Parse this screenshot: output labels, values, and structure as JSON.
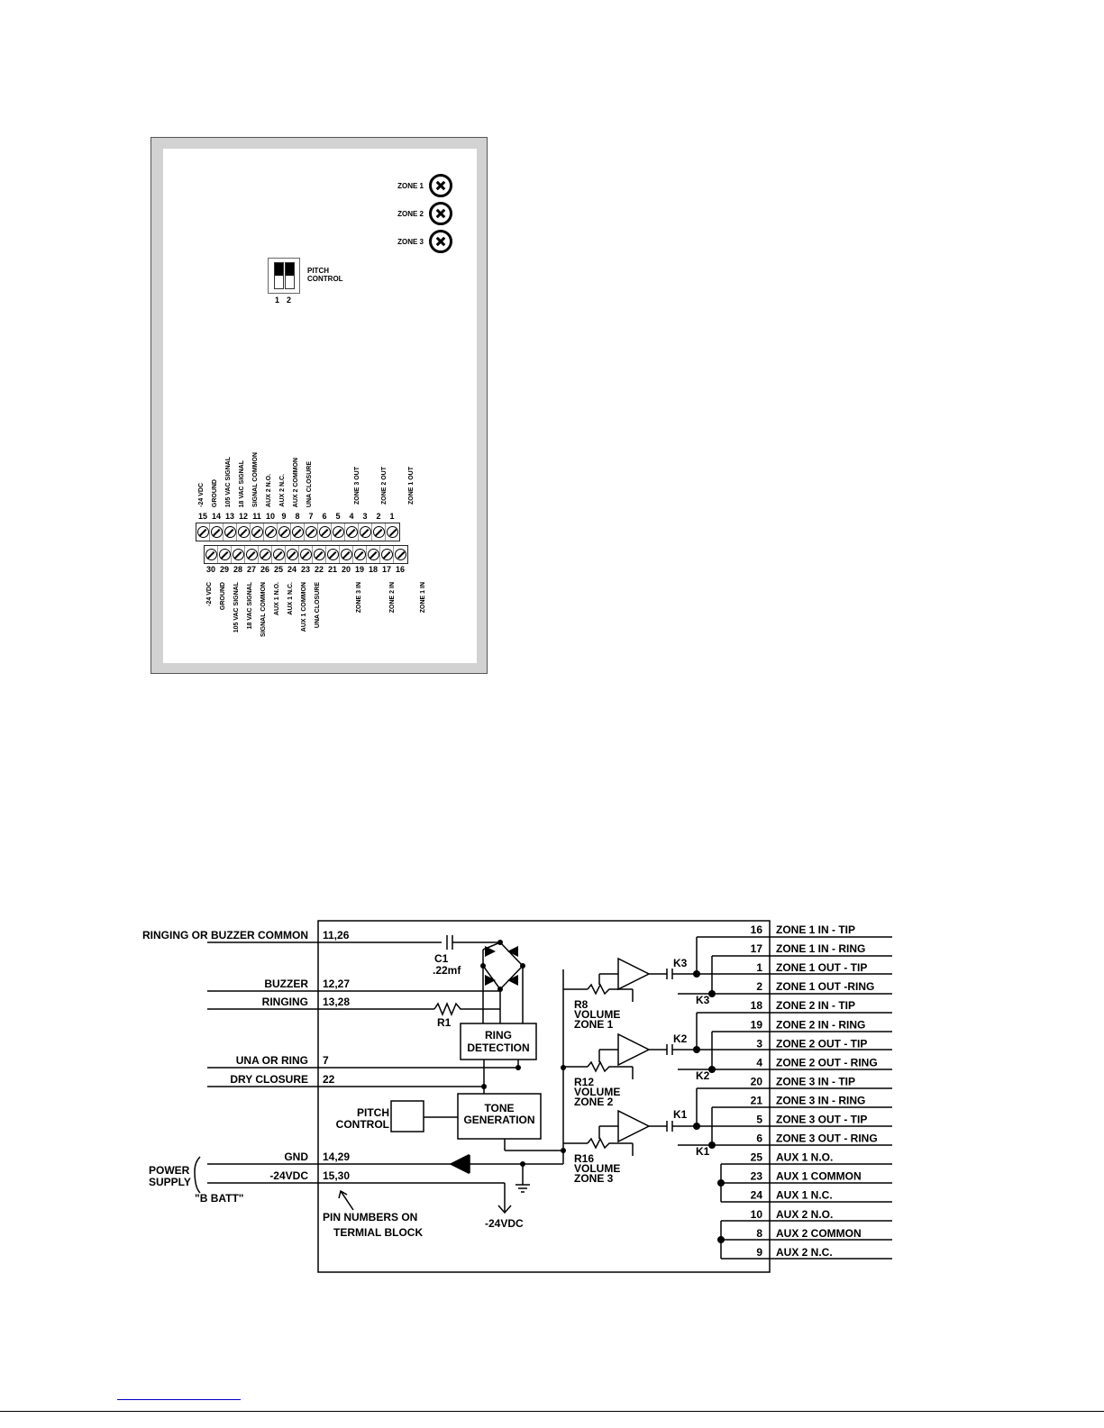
{
  "panel": {
    "zones": [
      "ZONE 1",
      "ZONE 2",
      "ZONE 3"
    ],
    "pitch_control": {
      "label_line1": "PITCH",
      "label_line2": "CONTROL",
      "switches": [
        "1",
        "2"
      ]
    },
    "top_row": [
      {
        "num": "15",
        "label": "-24 VDC"
      },
      {
        "num": "14",
        "label": "GROUND"
      },
      {
        "num": "13",
        "label": "105 VAC SIGNAL"
      },
      {
        "num": "12",
        "label": "18 VAC SIGNAL"
      },
      {
        "num": "11",
        "label": "SIGNAL COMMON"
      },
      {
        "num": "10",
        "label": "AUX 2 N.O."
      },
      {
        "num": "9",
        "label": "AUX 2 N.C."
      },
      {
        "num": "8",
        "label": "AUX 2 COMMON"
      },
      {
        "num": "7",
        "label": "UNA CLOSURE"
      },
      {
        "num": "6",
        "label": ""
      },
      {
        "num": "5",
        "label": ""
      },
      {
        "num": "4",
        "label": ""
      },
      {
        "num": "3",
        "label": ""
      },
      {
        "num": "2",
        "label": ""
      },
      {
        "num": "1",
        "label": ""
      }
    ],
    "top_pair_labels": [
      "ZONE 3 OUT",
      "ZONE 2 OUT",
      "ZONE 1 OUT"
    ],
    "bottom_row": [
      {
        "num": "30",
        "label": "-24 VDC"
      },
      {
        "num": "29",
        "label": "GROUND"
      },
      {
        "num": "28",
        "label": "105 VAC SIGNAL"
      },
      {
        "num": "27",
        "label": "18 VAC SIGNAL"
      },
      {
        "num": "26",
        "label": "SIGNAL COMMON"
      },
      {
        "num": "25",
        "label": "AUX 1 N.O."
      },
      {
        "num": "24",
        "label": "AUX 1 N.C."
      },
      {
        "num": "23",
        "label": "AUX 1 COMMON"
      },
      {
        "num": "22",
        "label": "UNA CLOSURE"
      },
      {
        "num": "21",
        "label": ""
      },
      {
        "num": "20",
        "label": ""
      },
      {
        "num": "19",
        "label": ""
      },
      {
        "num": "18",
        "label": ""
      },
      {
        "num": "17",
        "label": ""
      },
      {
        "num": "16",
        "label": ""
      }
    ],
    "bottom_pair_labels": [
      "ZONE 3 IN",
      "ZONE 2 IN",
      "ZONE 1 IN"
    ]
  },
  "schematic": {
    "inputs": [
      {
        "label": "RINGING OR BUZZER COMMON",
        "pins": "11,26"
      },
      {
        "label": "BUZZER",
        "pins": "12,27"
      },
      {
        "label": "RINGING",
        "pins": "13,28"
      },
      {
        "label": "UNA OR RING",
        "pins": "7"
      },
      {
        "label": "DRY CLOSURE",
        "pins": "22"
      },
      {
        "label": "GND",
        "pins": "14,29"
      },
      {
        "label": "-24VDC",
        "pins": "15,30"
      }
    ],
    "power_supply": [
      "POWER",
      "SUPPLY"
    ],
    "b_batt": "\"B BATT\"",
    "pin_note": [
      "PIN NUMBERS ON",
      "TERMIAL BLOCK"
    ],
    "neg24": "-24VDC",
    "c1": [
      "C1",
      ".22mf"
    ],
    "r1": "R1",
    "ring_detection": [
      "RING",
      "DETECTION"
    ],
    "tone_generation": [
      "TONE",
      "GENERATION"
    ],
    "pitch_control": [
      "PITCH",
      "CONTROL"
    ],
    "volumes": [
      {
        "r": "R8",
        "v": "VOLUME",
        "z": "ZONE 1",
        "k": "K3"
      },
      {
        "r": "R12",
        "v": "VOLUME",
        "z": "ZONE 2",
        "k": "K2"
      },
      {
        "r": "R16",
        "v": "VOLUME",
        "z": "ZONE 3",
        "k": "K1"
      }
    ],
    "outputs": [
      {
        "num": "16",
        "label": "ZONE 1 IN - TIP"
      },
      {
        "num": "17",
        "label": "ZONE 1 IN - RING"
      },
      {
        "num": "1",
        "label": "ZONE 1 OUT - TIP"
      },
      {
        "num": "2",
        "label": "ZONE 1 OUT -RING"
      },
      {
        "num": "18",
        "label": "ZONE 2 IN - TIP"
      },
      {
        "num": "19",
        "label": "ZONE 2 IN - RING"
      },
      {
        "num": "3",
        "label": "ZONE 2 OUT - TIP"
      },
      {
        "num": "4",
        "label": "ZONE 2 OUT - RING"
      },
      {
        "num": "20",
        "label": "ZONE 3 IN - TIP"
      },
      {
        "num": "21",
        "label": "ZONE 3 IN - RING"
      },
      {
        "num": "5",
        "label": "ZONE 3 OUT - TIP"
      },
      {
        "num": "6",
        "label": "ZONE 3 OUT - RING"
      },
      {
        "num": "25",
        "label": "AUX 1 N.O."
      },
      {
        "num": "23",
        "label": "AUX 1 COMMON"
      },
      {
        "num": "24",
        "label": "AUX 1 N.C."
      },
      {
        "num": "10",
        "label": "AUX 2 N.O."
      },
      {
        "num": "8",
        "label": "AUX 2 COMMON"
      },
      {
        "num": "9",
        "label": "AUX 2 N.C."
      }
    ]
  }
}
